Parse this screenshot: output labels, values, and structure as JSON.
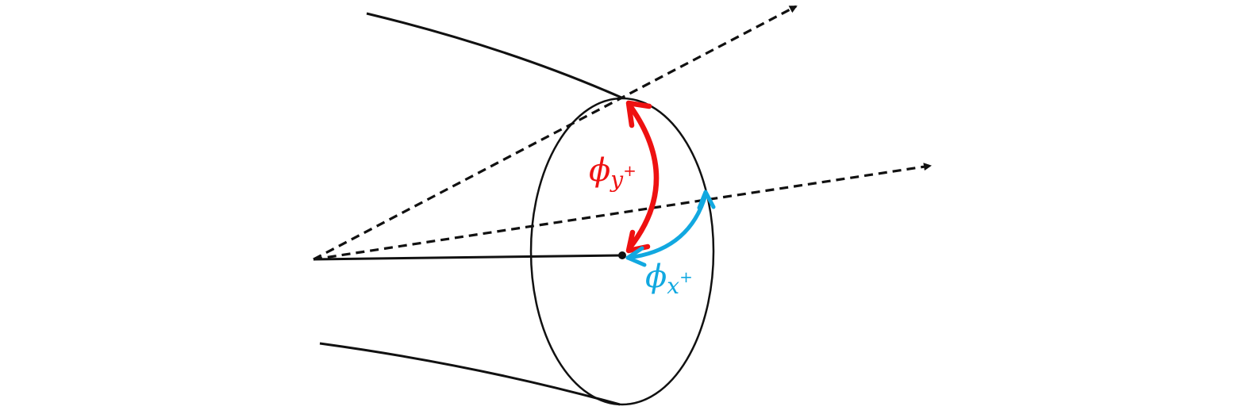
{
  "colors": {
    "ink": "#111111",
    "phi_y": "#ee1111",
    "phi_x": "#11a8e0"
  },
  "labels": {
    "phi_y": {
      "symbol": "ϕ",
      "subscript": "y",
      "superscript": "+"
    },
    "phi_x": {
      "symbol": "ϕ",
      "subscript": "x",
      "superscript": "+"
    }
  }
}
